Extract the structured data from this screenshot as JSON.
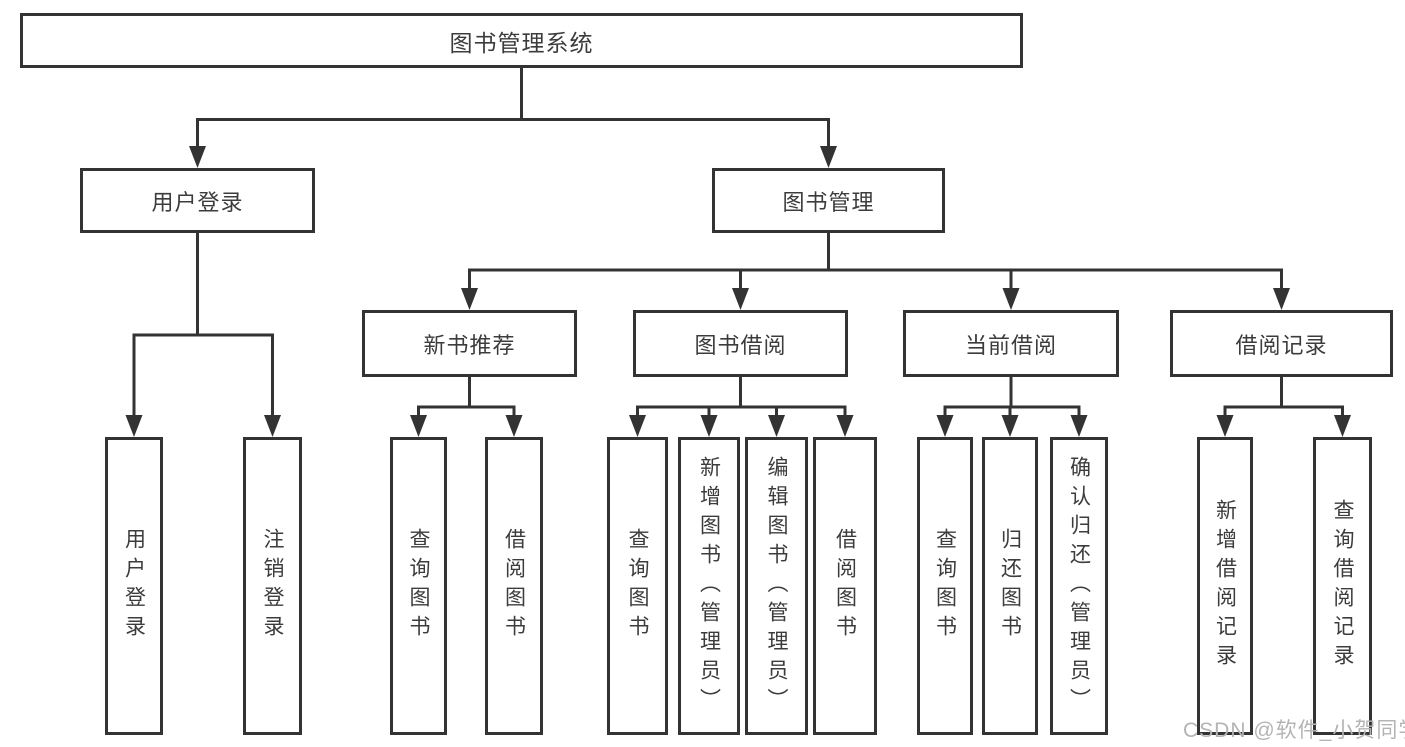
{
  "tree": {
    "root": {
      "label": "图书管理系统"
    },
    "user_login": {
      "label": "用户登录",
      "children": [
        "用户登录",
        "注销登录"
      ]
    },
    "book_management": {
      "label": "图书管理",
      "groups": [
        {
          "label": "新书推荐",
          "children": [
            "查询图书",
            "借阅图书"
          ]
        },
        {
          "label": "图书借阅",
          "children": [
            "查询图书",
            "新增图书（管理员）",
            "编辑图书（管理员）",
            "借阅图书"
          ]
        },
        {
          "label": "当前借阅",
          "children": [
            "查询图书",
            "归还图书",
            "确认归还（管理员）"
          ]
        },
        {
          "label": "借阅记录",
          "children": [
            "新增借阅记录",
            "查询借阅记录"
          ]
        }
      ]
    }
  },
  "watermark": "CSDN @软件_小贺同学",
  "colors": {
    "line": "#333333",
    "text": "#3c3c3c",
    "watermark": "#b4b4b4",
    "background": "#ffffff"
  }
}
